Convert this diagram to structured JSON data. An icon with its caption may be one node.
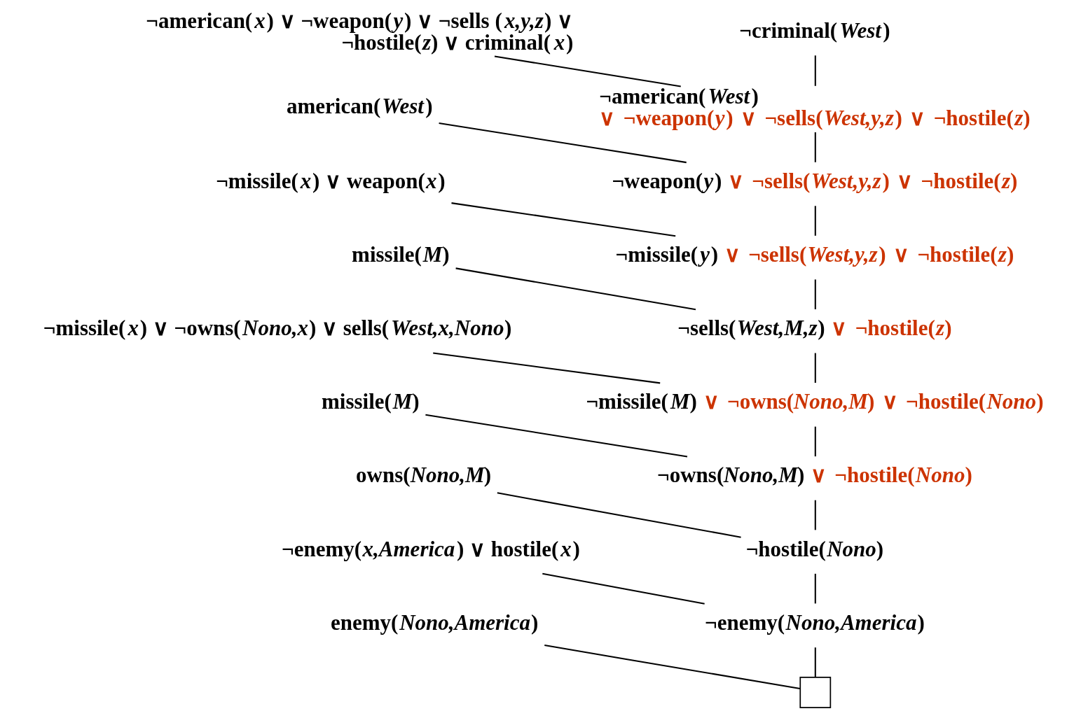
{
  "diagram": {
    "nodes": [
      {
        "text": [
          "¬american(*x*) ∨ ¬weapon(*y*) ∨ ¬sells (*x,y,z*) ∨ ¬hostile(*z*) ∨ criminal(*x*)"
        ]
      },
      {
        "text": [
          "¬criminal(*West*)"
        ]
      },
      {
        "text": [
          "american(*West*)"
        ]
      },
      {
        "text": [
          "¬american(*West*)",
          "∨ ¬weapon(*y*) ∨ ¬sells(*West,y,z*) ∨ ¬hostile(*z*)"
        ]
      },
      {
        "text": [
          "¬missile(*x*) ∨ weapon(*x*)"
        ]
      },
      {
        "text": [
          "¬weapon(*y*)",
          "∨ ¬sells(*West,y,z*) ∨ ¬hostile(*z*)"
        ]
      },
      {
        "text": [
          "missile(*M*)"
        ]
      },
      {
        "text": [
          "¬missile(*y*)",
          "∨ ¬sells(*West,y,z*) ∨ ¬hostile(*z*)"
        ]
      },
      {
        "text": [
          "¬missile(*x*) ∨ ¬owns(*Nono,x*) ∨ sells(*West,x,Nono*)"
        ]
      },
      {
        "text": [
          "¬sells(*West,M,z*)",
          "∨ ¬hostile(*z*)"
        ]
      },
      {
        "text": [
          "missile(*M*)"
        ]
      },
      {
        "text": [
          "¬missile(*M*)",
          "∨ ¬owns(*Nono,M*) ∨ ¬hostile(*Nono*)"
        ]
      },
      {
        "text": [
          "owns(*Nono,M*)"
        ]
      },
      {
        "text": [
          "¬owns(*Nono,M*)",
          "∨ ¬hostile(*Nono*)"
        ]
      },
      {
        "text": [
          "¬enemy(*x,America*) ∨ hostile(*x*)"
        ]
      },
      {
        "text": [
          "¬hostile(*Nono*)"
        ]
      },
      {
        "text": [
          "enemy(*Nono,America*)"
        ]
      },
      {
        "text": [
          "¬enemy(*Nono,America*)"
        ]
      },
      {
        "text": [],
        "shape": "box"
      }
    ],
    "edges": [
      {
        "from": 0,
        "to": 3,
        "arrow": "none"
      },
      {
        "from": 1,
        "to": 3,
        "arrow": "none"
      },
      {
        "from": 2,
        "to": 5,
        "arrow": "none"
      },
      {
        "from": 3,
        "to": 5,
        "arrow": "none"
      },
      {
        "from": 4,
        "to": 7,
        "arrow": "none"
      },
      {
        "from": 5,
        "to": 7,
        "arrow": "none"
      },
      {
        "from": 6,
        "to": 9,
        "arrow": "none"
      },
      {
        "from": 7,
        "to": 9,
        "arrow": "none"
      },
      {
        "from": 8,
        "to": 11,
        "arrow": "none"
      },
      {
        "from": 9,
        "to": 11,
        "arrow": "none"
      },
      {
        "from": 10,
        "to": 13,
        "arrow": "none"
      },
      {
        "from": 11,
        "to": 13,
        "arrow": "none"
      },
      {
        "from": 12,
        "to": 15,
        "arrow": "none"
      },
      {
        "from": 13,
        "to": 15,
        "arrow": "none"
      },
      {
        "from": 14,
        "to": 17,
        "arrow": "none"
      },
      {
        "from": 15,
        "to": 17,
        "arrow": "none"
      },
      {
        "from": 16,
        "to": 18,
        "arrow": "none"
      },
      {
        "from": 17,
        "to": 18,
        "arrow": "none"
      }
    ]
  }
}
